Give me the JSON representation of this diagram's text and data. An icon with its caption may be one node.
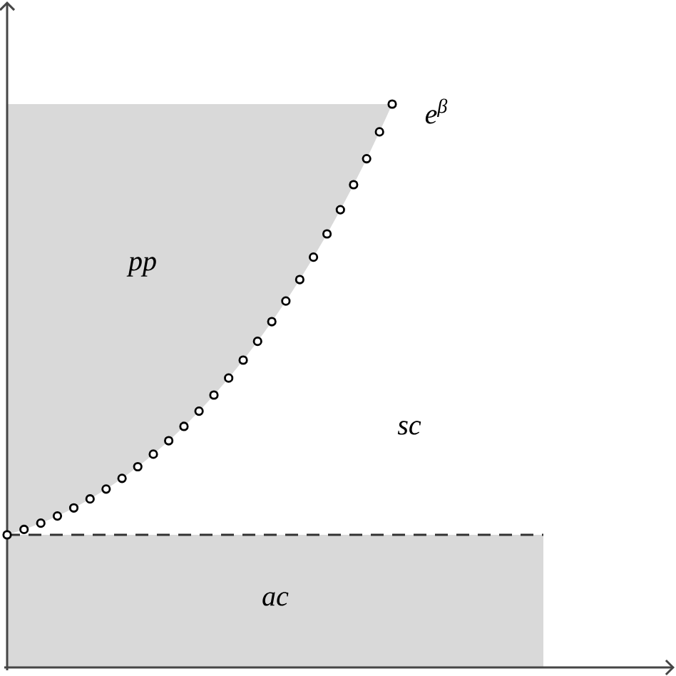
{
  "diagram": {
    "nodes": [
      {
        "text": [
          "pp"
        ]
      },
      {
        "text": [
          "ac"
        ]
      }
    ],
    "labels": [
      "sc",
      "e$^{β}$"
    ]
  }
}
